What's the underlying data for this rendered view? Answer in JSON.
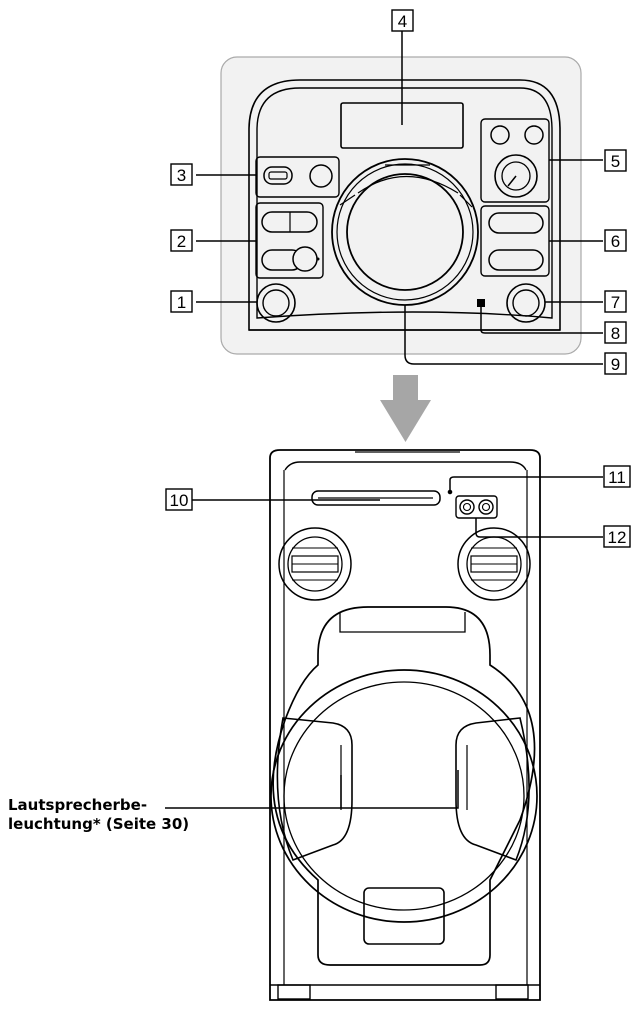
{
  "callouts": [
    {
      "id": 1,
      "label": "1"
    },
    {
      "id": 2,
      "label": "2"
    },
    {
      "id": 3,
      "label": "3"
    },
    {
      "id": 4,
      "label": "4"
    },
    {
      "id": 5,
      "label": "5"
    },
    {
      "id": 6,
      "label": "6"
    },
    {
      "id": 7,
      "label": "7"
    },
    {
      "id": 8,
      "label": "8"
    },
    {
      "id": 9,
      "label": "9"
    },
    {
      "id": 10,
      "label": "10"
    },
    {
      "id": 11,
      "label": "11"
    },
    {
      "id": 12,
      "label": "12"
    }
  ],
  "speaker_light_note": {
    "line1": "Lautsprecherbe-",
    "line2": "leuchtung* (Seite 30)"
  },
  "colors": {
    "panel_bg": "#f2f2f2",
    "panel_border": "#aaaaaa",
    "arrow": "#a6a6a6",
    "lines": "#000000"
  }
}
